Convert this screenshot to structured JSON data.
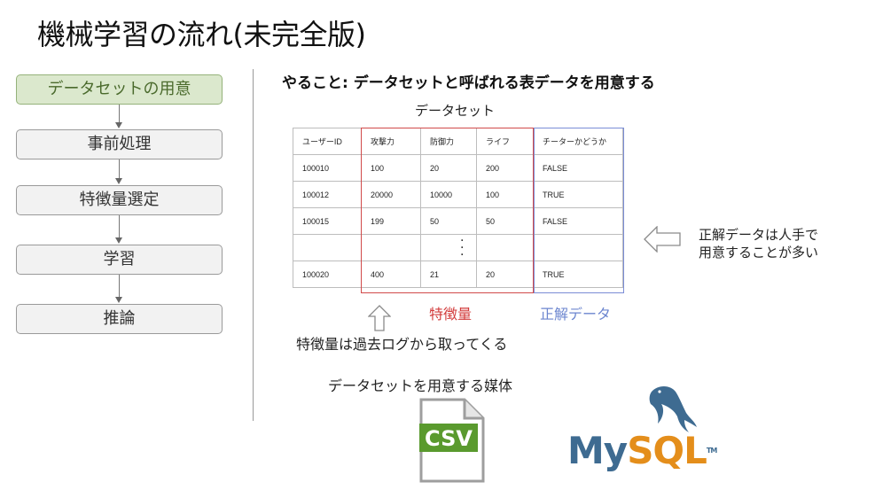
{
  "slide": {
    "title": "機械学習の流れ(未完全版)",
    "flow_steps": [
      {
        "label": "データセットの用意",
        "active": true
      },
      {
        "label": "事前処理",
        "active": false
      },
      {
        "label": "特徴量選定",
        "active": false
      },
      {
        "label": "学習",
        "active": false
      },
      {
        "label": "推論",
        "active": false
      }
    ],
    "heading": "やること: データセットと呼ばれる表データを用意する",
    "table_caption": "データセット",
    "table": {
      "headers": [
        "ユーザーID",
        "攻撃力",
        "防御力",
        "ライフ",
        "チーターかどうか"
      ],
      "rows": [
        [
          "100010",
          "100",
          "20",
          "200",
          "FALSE"
        ],
        [
          "100012",
          "20000",
          "10000",
          "100",
          "TRUE"
        ],
        [
          "100015",
          "199",
          "50",
          "50",
          "FALSE"
        ],
        [
          "",
          "",
          "",
          "",
          ""
        ],
        [
          "100020",
          "400",
          "21",
          "20",
          "TRUE"
        ]
      ]
    },
    "feature_label": "特徴量",
    "answer_label": "正解データ",
    "feature_note": "特徴量は過去ログから取ってくる",
    "side_note_line1": "正解データは人手で",
    "side_note_line2": "用意することが多い",
    "media_title": "データセットを用意する媒体",
    "csv_icon_text": "CSV",
    "mysql_my": "My",
    "mysql_sql": "SQL",
    "mysql_tm": "TM",
    "colors": {
      "active_step_bg": "#dbe8cd",
      "feature_red": "#d23b3b",
      "answer_blue": "#6c86cf",
      "csv_green": "#5a9a2e",
      "mysql_blue": "#3e6b91",
      "mysql_orange": "#e48e1b"
    }
  }
}
